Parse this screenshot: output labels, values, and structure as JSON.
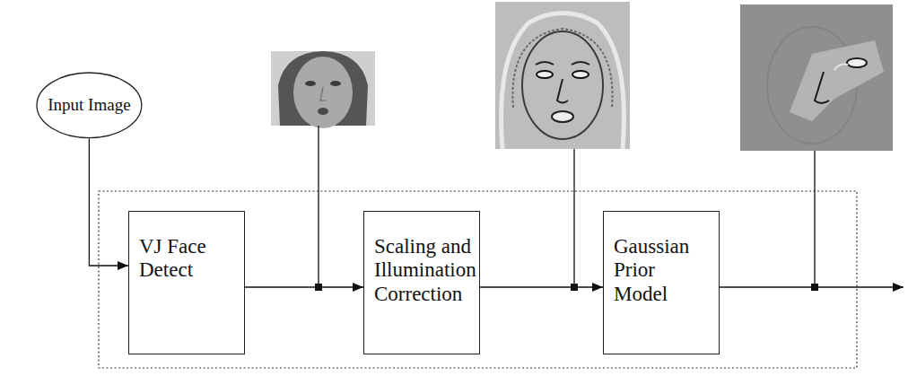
{
  "diagram": {
    "nodes": [
      {
        "text": [
          "Input Image"
        ]
      },
      {
        "text": [
          "VJ Face Detect"
        ]
      },
      {
        "text": [
          "Scaling and Illumination Correction"
        ]
      },
      {
        "text": [
          "Gaussian Prior Model"
        ]
      }
    ],
    "edges": [
      {
        "from": 0,
        "to": 1,
        "arrow": "to"
      },
      {
        "from": 1,
        "to": 2,
        "arrow": "to"
      },
      {
        "from": 2,
        "to": 3,
        "arrow": "to"
      }
    ]
  }
}
